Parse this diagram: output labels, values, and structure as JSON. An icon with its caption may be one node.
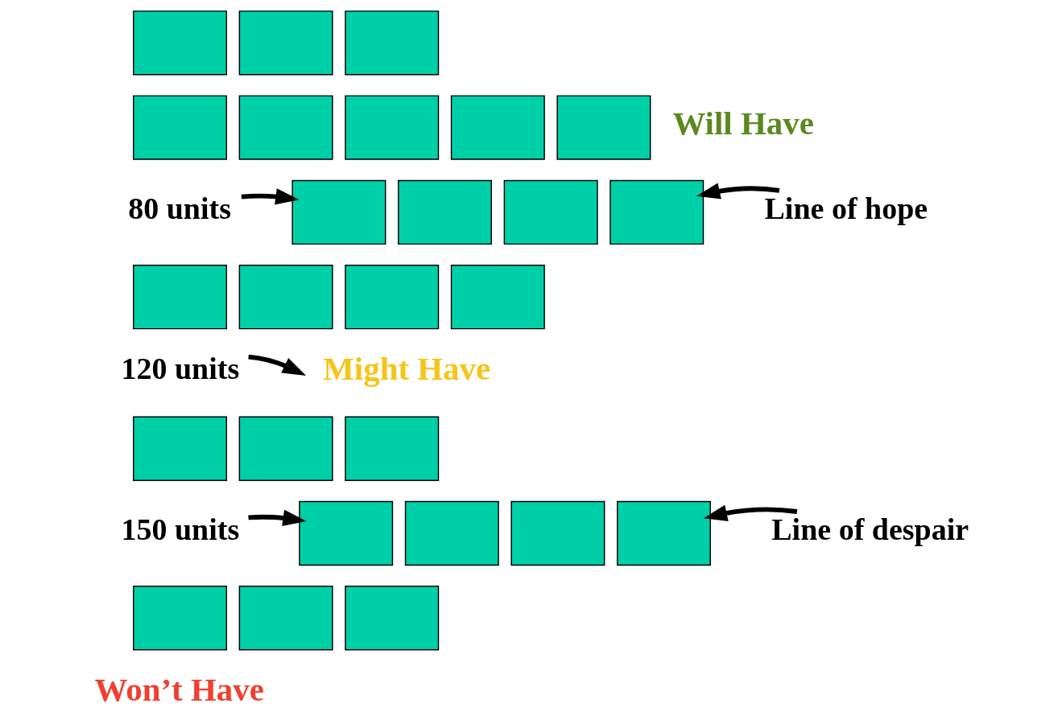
{
  "diagram": {
    "nodes": [
      {
        "text": [],
        "shape": "box"
      },
      {
        "text": [],
        "shape": "box"
      },
      {
        "text": [],
        "shape": "box"
      },
      {
        "text": [],
        "shape": "box"
      },
      {
        "text": [],
        "shape": "box"
      },
      {
        "text": [],
        "shape": "box"
      },
      {
        "text": [],
        "shape": "box"
      },
      {
        "text": [],
        "shape": "box"
      },
      {
        "text": [
          "80 units"
        ]
      },
      {
        "text": [],
        "shape": "box"
      },
      {
        "text": [],
        "shape": "box"
      },
      {
        "text": [],
        "shape": "box"
      },
      {
        "text": [],
        "shape": "box"
      },
      {
        "text": [
          "Line of hope"
        ]
      },
      {
        "text": [],
        "shape": "box"
      },
      {
        "text": [],
        "shape": "box"
      },
      {
        "text": [],
        "shape": "box"
      },
      {
        "text": [],
        "shape": "box"
      },
      {
        "text": [
          "120 units"
        ]
      },
      {
        "text": [],
        "shape": "box"
      },
      {
        "text": [],
        "shape": "box"
      },
      {
        "text": [],
        "shape": "box"
      },
      {
        "text": [
          "150 units"
        ]
      },
      {
        "text": [],
        "shape": "box"
      },
      {
        "text": [],
        "shape": "box"
      },
      {
        "text": [],
        "shape": "box"
      },
      {
        "text": [],
        "shape": "box"
      },
      {
        "text": [
          "Line of despair"
        ]
      },
      {
        "text": [],
        "shape": "box"
      },
      {
        "text": [],
        "shape": "box"
      },
      {
        "text": [],
        "shape": "box"
      }
    ],
    "edges": [
      {
        "from": 8,
        "to": 9,
        "arrow": "to"
      },
      {
        "from": 13,
        "to": 12,
        "arrow": "to"
      },
      {
        "from": 18,
        "to": null,
        "arrow": "to"
      },
      {
        "from": 22,
        "to": 23,
        "arrow": "to"
      },
      {
        "from": 27,
        "to": 26,
        "arrow": "to"
      }
    ],
    "labels": [
      "Will Have",
      "Might Have",
      "Won’t Have"
    ]
  }
}
